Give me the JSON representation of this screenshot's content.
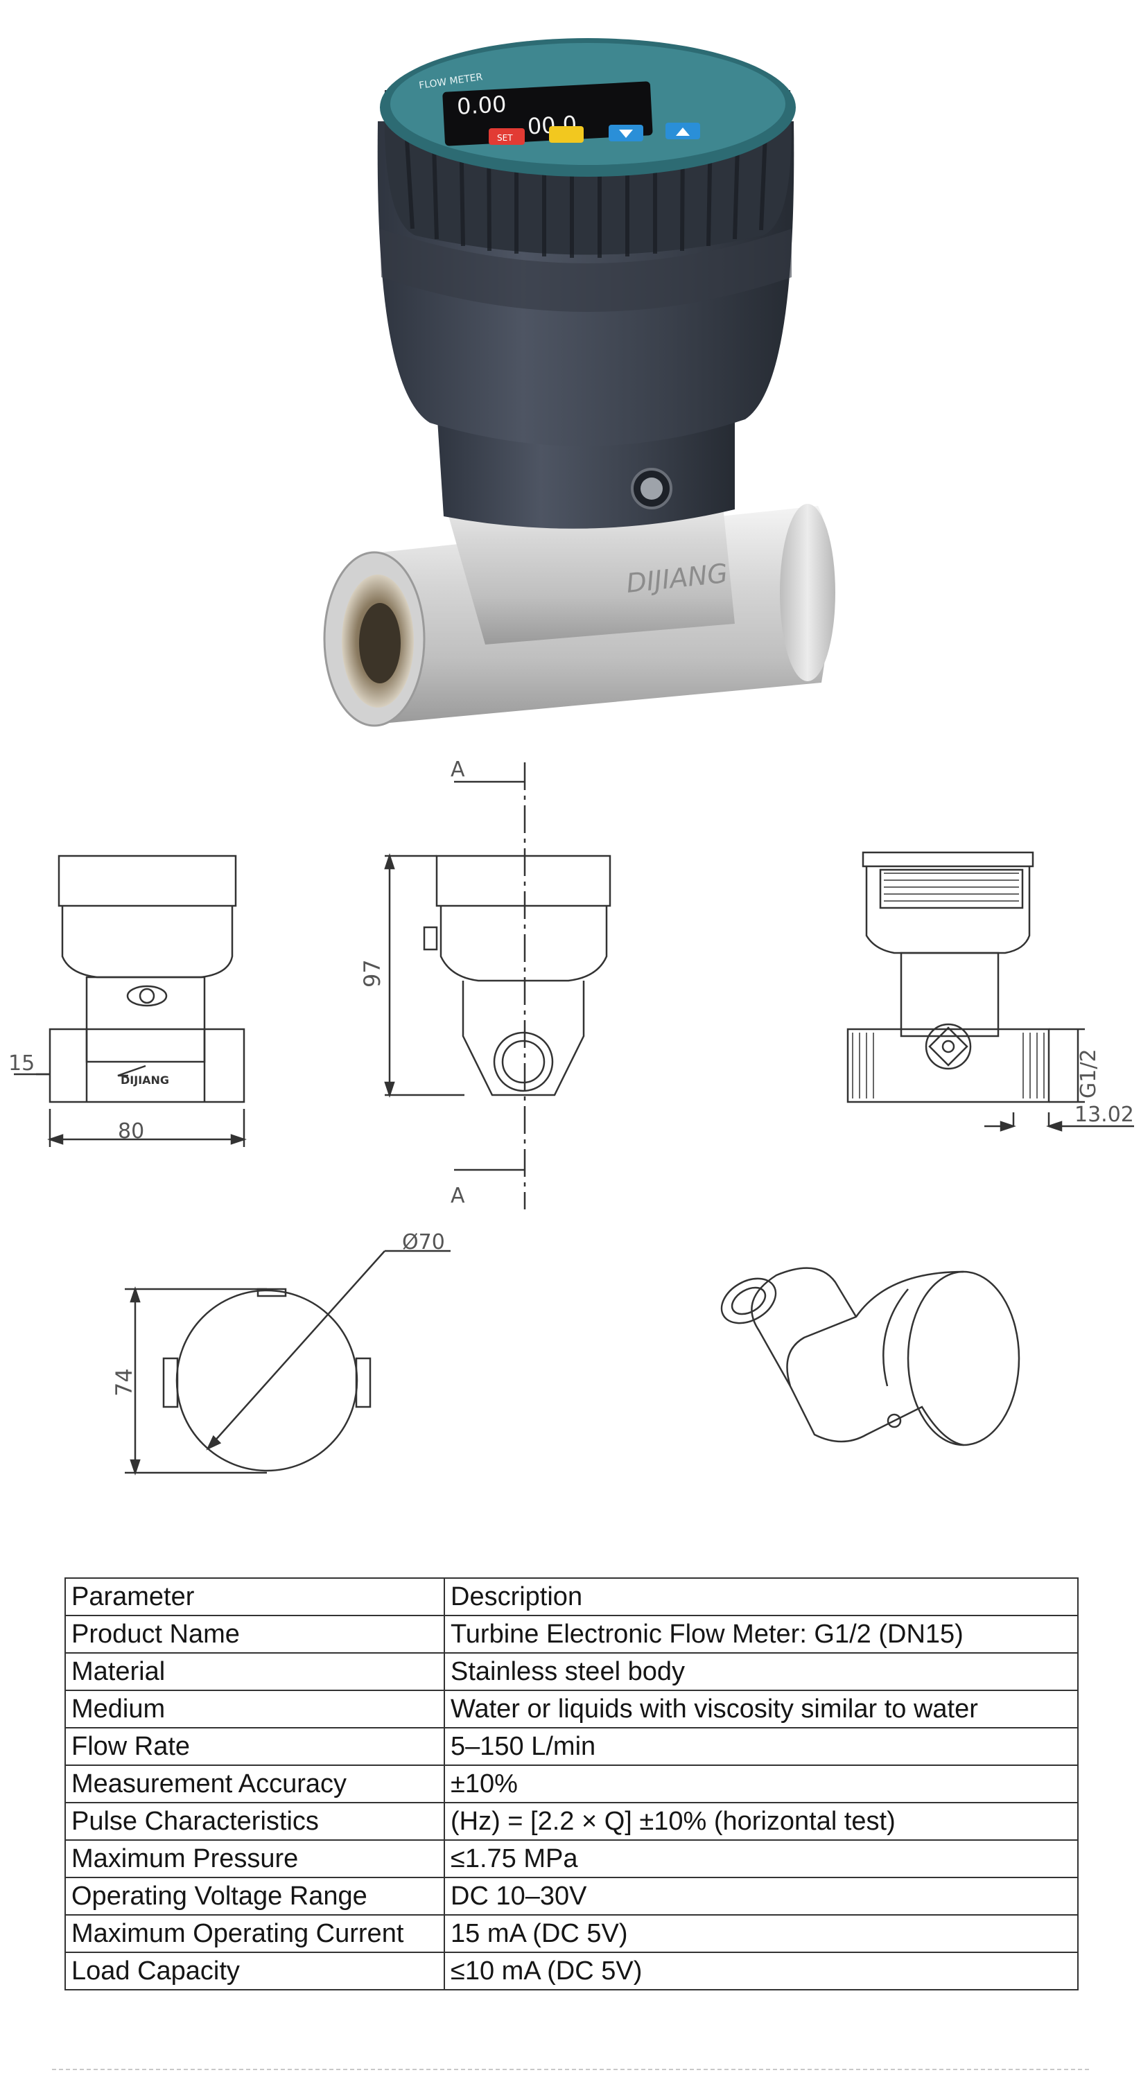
{
  "product_photo": {
    "display_top": "FLOW METER",
    "display_line1": "0.00",
    "display_line2": "00.0",
    "brand_mark": "DIJIANG",
    "buttons": [
      {
        "label": "SET",
        "color": "#e23b34"
      },
      {
        "label": "",
        "color": "#f2c81f"
      },
      {
        "label": "",
        "color": "#2a8fd8"
      },
      {
        "label": "",
        "color": "#2a8fd8"
      }
    ]
  },
  "drawing": {
    "section_mark_top": "A",
    "section_mark_bottom": "A",
    "dim_height": "97",
    "dim_inlet": "15",
    "dim_length": "80",
    "front_brand": "DIJIANG",
    "dim_thread": "G1/2",
    "dim_offset": "13.02",
    "dim_diameter": "Ø70",
    "dim_width": "74"
  },
  "spec_table": {
    "header": {
      "parameter": "Parameter",
      "description": "Description"
    },
    "rows": [
      {
        "parameter": "Product Name",
        "description": "Turbine Electronic Flow Meter: G1/2 (DN15)"
      },
      {
        "parameter": "Material",
        "description": "Stainless steel body"
      },
      {
        "parameter": "Medium",
        "description": "Water or liquids with viscosity similar to water"
      },
      {
        "parameter": "Flow Rate",
        "description": "5–150 L/min"
      },
      {
        "parameter": "Measurement Accuracy",
        "description": "±10%"
      },
      {
        "parameter": "Pulse Characteristics",
        "description": "(Hz) = [2.2 × Q] ±10% (horizontal test)"
      },
      {
        "parameter": "Maximum Pressure",
        "description": "≤1.75 MPa"
      },
      {
        "parameter": "Operating Voltage Range",
        "description": "DC 10–30V"
      },
      {
        "parameter": "Maximum Operating Current",
        "description": "15 mA (DC 5V)"
      },
      {
        "parameter": "Load Capacity",
        "description": "≤10 mA (DC 5V)"
      }
    ]
  }
}
